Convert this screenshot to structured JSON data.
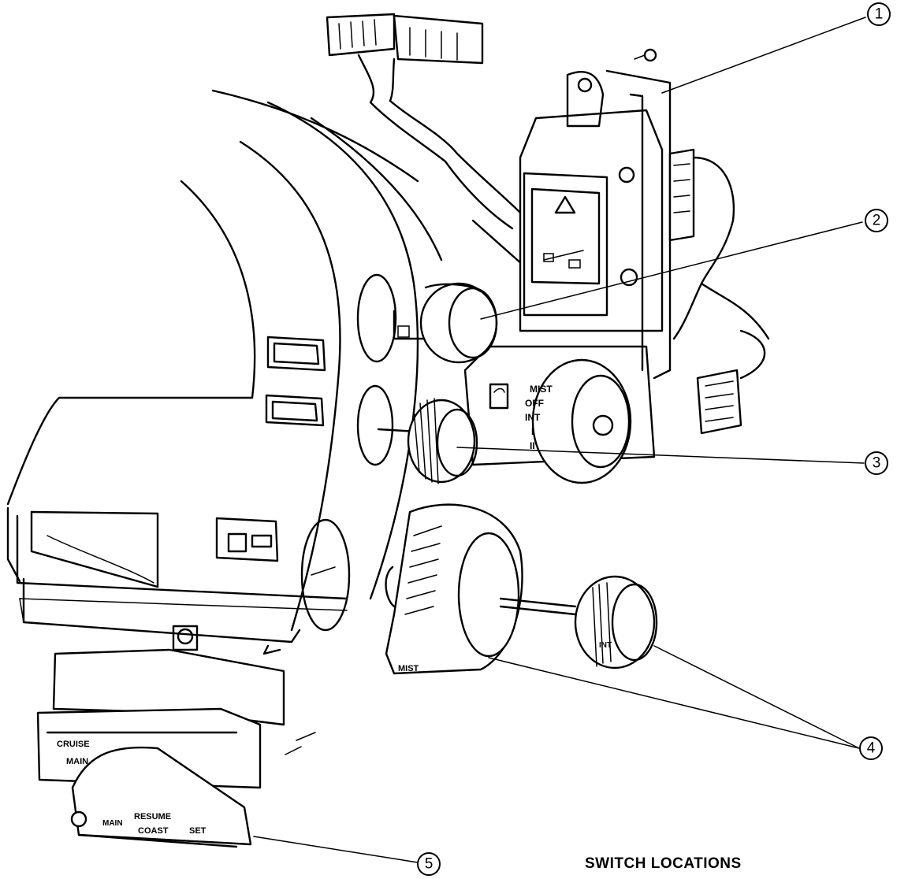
{
  "caption": "SWITCH LOCATIONS",
  "callouts": [
    "1",
    "2",
    "3",
    "4",
    "5"
  ],
  "switch_labels": {
    "wiper_positions": [
      "MIST",
      "OFF",
      "INT",
      "I",
      "II"
    ],
    "mist_knob": "MIST",
    "washer_knob": "INT",
    "hazard_symbol": "hazard-triangle-icon",
    "wiper_symbol": "wiper-icon",
    "cruise_panel": [
      "CRUISE",
      "MAIN"
    ],
    "cruise_stalk": [
      "MAIN",
      "RESUME",
      "COAST",
      "SET"
    ]
  }
}
